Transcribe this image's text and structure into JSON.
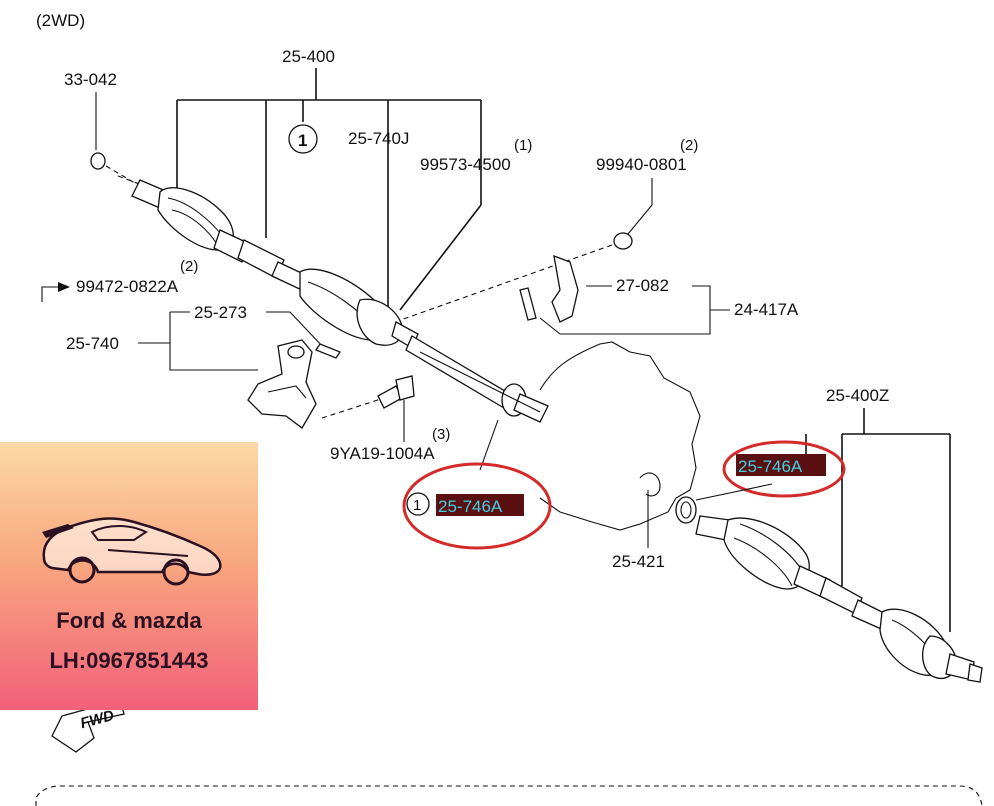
{
  "diagram": {
    "variant": "(2WD)",
    "labels": {
      "p33042": "33-042",
      "p25400": "25-400",
      "p25740J": "25-740J",
      "p99573": "99573-4500",
      "p99573_qty": "(1)",
      "p99940": "99940-0801",
      "p99940_qty": "(2)",
      "p99472": "99472-0822A",
      "p99472_qty": "(2)",
      "p25273": "25-273",
      "p25740": "25-740",
      "p27082": "27-082",
      "p24417A": "24-417A",
      "p9YA19": "9YA19-1004A",
      "p9YA19_qty": "(3)",
      "p25746A_left": "25-746A",
      "p25746A_right": "25-746A",
      "p25421": "25-421",
      "p25400Z": "25-400Z",
      "callout1": "1",
      "callout1_left": "1",
      "fwd": "FWD"
    },
    "highlight_color": "#3fd0e6",
    "circle_color": "#d42a2a"
  },
  "badge": {
    "line1": "Ford & mazda",
    "line2": "LH:0967851443",
    "icon": "sports-car-icon"
  }
}
